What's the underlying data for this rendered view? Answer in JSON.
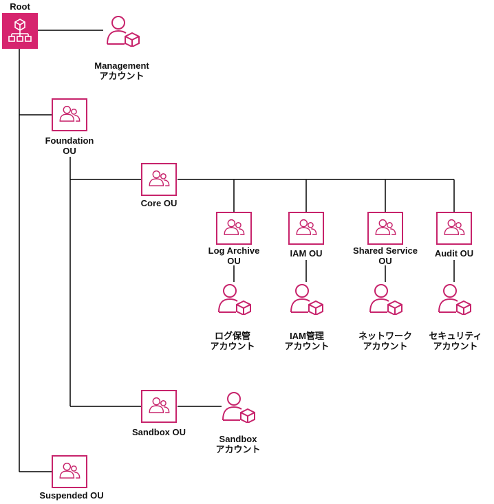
{
  "root": {
    "label": "Root"
  },
  "management": {
    "line1": "Management",
    "line2": "アカウント"
  },
  "foundation_ou": {
    "line1": "Foundation",
    "line2": "OU"
  },
  "core_ou": {
    "label": "Core OU"
  },
  "log_archive_ou": {
    "line1": "Log Archive",
    "line2": "OU"
  },
  "iam_ou": {
    "label": "IAM OU"
  },
  "shared_service_ou": {
    "line1": "Shared Service",
    "line2": "OU"
  },
  "audit_ou": {
    "label": "Audit OU"
  },
  "log_account": {
    "line1": "ログ保管",
    "line2": "アカウント"
  },
  "iam_account": {
    "line1": "IAM管理",
    "line2": "アカウント"
  },
  "network_account": {
    "line1": "ネットワーク",
    "line2": "アカウント"
  },
  "security_account": {
    "line1": "セキュリティ",
    "line2": "アカウント"
  },
  "sandbox_ou": {
    "label": "Sandbox OU"
  },
  "sandbox_account": {
    "line1": "Sandbox",
    "line2": "アカウント"
  },
  "suspended_ou": {
    "label": "Suspended OU"
  },
  "colors": {
    "accent": "#c7236b",
    "root_fill": "#d6246e",
    "line": "#000000"
  }
}
